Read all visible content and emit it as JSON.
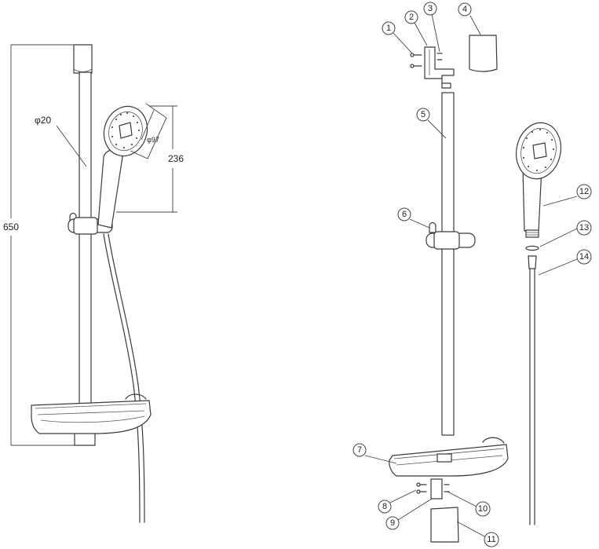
{
  "dimensions": {
    "rail_diameter": "φ20",
    "head_diameter": "φ97",
    "head_height": "236",
    "total_height": "650"
  },
  "callouts": [
    {
      "num": "1"
    },
    {
      "num": "2"
    },
    {
      "num": "3"
    },
    {
      "num": "4"
    },
    {
      "num": "5"
    },
    {
      "num": "6"
    },
    {
      "num": "7"
    },
    {
      "num": "8"
    },
    {
      "num": "9"
    },
    {
      "num": "10"
    },
    {
      "num": "11"
    },
    {
      "num": "12"
    },
    {
      "num": "13"
    },
    {
      "num": "14"
    }
  ]
}
